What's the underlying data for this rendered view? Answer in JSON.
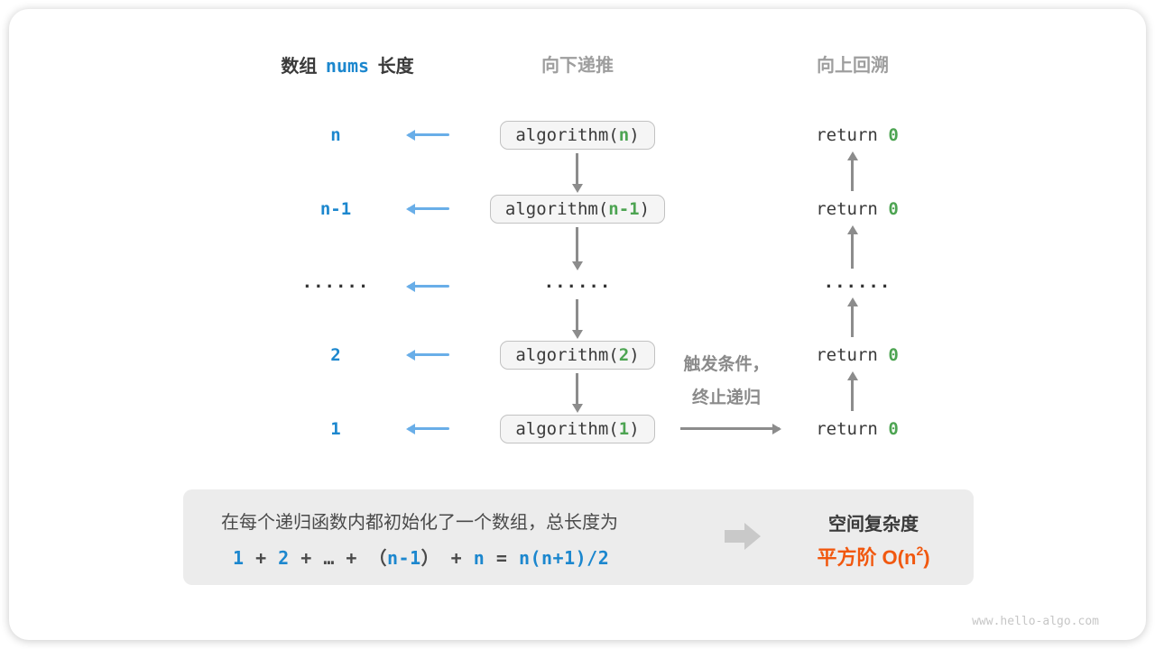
{
  "colors": {
    "accent_blue": "#1c87ce",
    "light_blue_arrow": "#69aee8",
    "green": "#4da452",
    "orange": "#f1580f",
    "gray_arrow": "#8c8c8c",
    "header_gray": "#9e9e9e",
    "box_fill": "#f5f5f5",
    "box_border": "#c2c2c2",
    "panel_fill": "#ececec"
  },
  "headers": {
    "left_pre": "数组",
    "left_code": "nums",
    "left_post": "长度",
    "middle": "向下递推",
    "right": "向上回溯"
  },
  "rows": [
    {
      "label": "n",
      "call_pre": "algorithm(",
      "arg": "n",
      "call_post": ")",
      "ret_pre": "return ",
      "ret_val": "0"
    },
    {
      "label": "n-1",
      "call_pre": "algorithm(",
      "arg": "n-1",
      "call_post": ")",
      "ret_pre": "return ",
      "ret_val": "0"
    },
    {
      "label": "······",
      "mid_dots": "······",
      "right_dots": "······"
    },
    {
      "label": "2",
      "call_pre": "algorithm(",
      "arg": "2",
      "call_post": ")",
      "ret_pre": "return ",
      "ret_val": "0"
    },
    {
      "label": "1",
      "call_pre": "algorithm(",
      "arg": "1",
      "call_post": ")",
      "ret_pre": "return ",
      "ret_val": "0"
    }
  ],
  "trigger": {
    "line1": "触发条件，",
    "line2": "终止递归"
  },
  "summary": {
    "line1": "在每个递归函数内都初始化了一个数组，总长度为",
    "formula": [
      "1",
      " + ",
      "2",
      " + ",
      "…",
      " + ",
      "（",
      "n-1",
      "）",
      " + ",
      "n",
      " = ",
      "n(n+1)/2"
    ],
    "result_title": "空间复杂度",
    "result_pre": "平方阶 O(n",
    "result_sup": "2",
    "result_post": ")"
  },
  "watermark": "www.hello-algo.com"
}
